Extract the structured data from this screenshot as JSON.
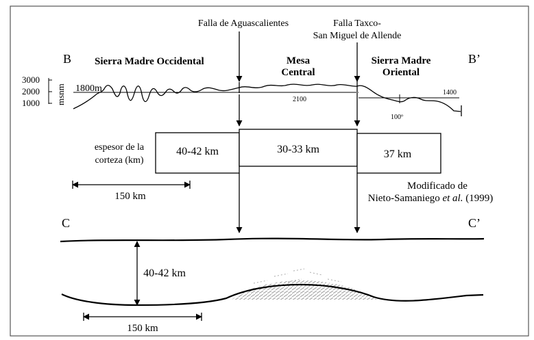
{
  "faults": {
    "aguascalientes": "Falla de Aguascalientes",
    "taxco_line1": "Falla Taxco-",
    "taxco_line2": "San Miguel de Allende"
  },
  "section_b": {
    "left_label": "B",
    "right_label": "B’",
    "province_smoc": "Sierra Madre Occidental",
    "province_mesa_1": "Mesa",
    "province_mesa_2": "Central",
    "province_smor_1": "Sierra Madre",
    "province_smor_2": "Oriental",
    "y_tick_3000": "3000",
    "y_tick_2000": "2000",
    "y_tick_1000": "1000",
    "y_unit": "msnm",
    "elev_1800": "1800m",
    "elev_2100": "2100",
    "elev_1400": "1400",
    "lon_100": "100º"
  },
  "crust": {
    "label_line1": "espesor de la",
    "label_line2": "corteza (km)",
    "box_smoc": "40-42 km",
    "box_mesa": "30-33 km",
    "box_smor": "37 km",
    "scale_label": "150 km"
  },
  "source": {
    "line1": "Modificado de",
    "line2_author": "Nieto-Samaniego ",
    "line2_etal": "et al.",
    "line2_year": " (1999)"
  },
  "section_c": {
    "left_label": "C",
    "right_label": "C’",
    "thickness": "40-42 km",
    "scale_label": "150 km"
  }
}
